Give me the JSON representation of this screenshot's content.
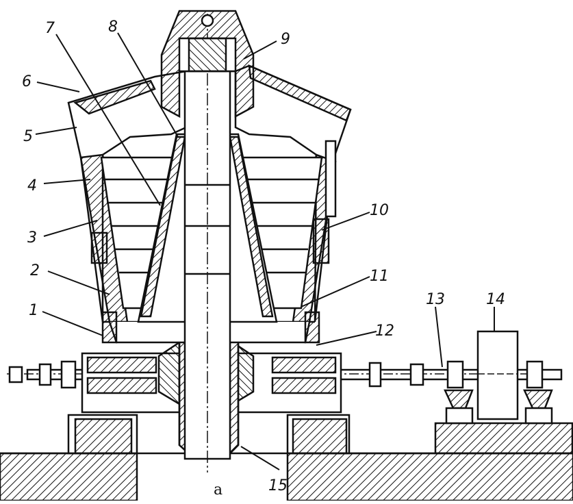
{
  "figure": {
    "caption": "a",
    "colors": {
      "ink": "#111111",
      "paper": "#ffffff"
    }
  },
  "callouts": [
    {
      "label": "1"
    },
    {
      "label": "2"
    },
    {
      "label": "3"
    },
    {
      "label": "4"
    },
    {
      "label": "5"
    },
    {
      "label": "6"
    },
    {
      "label": "7"
    },
    {
      "label": "8"
    },
    {
      "label": "9"
    },
    {
      "label": "10"
    },
    {
      "label": "11"
    },
    {
      "label": "12"
    },
    {
      "label": "13"
    },
    {
      "label": "14"
    },
    {
      "label": "15"
    }
  ]
}
